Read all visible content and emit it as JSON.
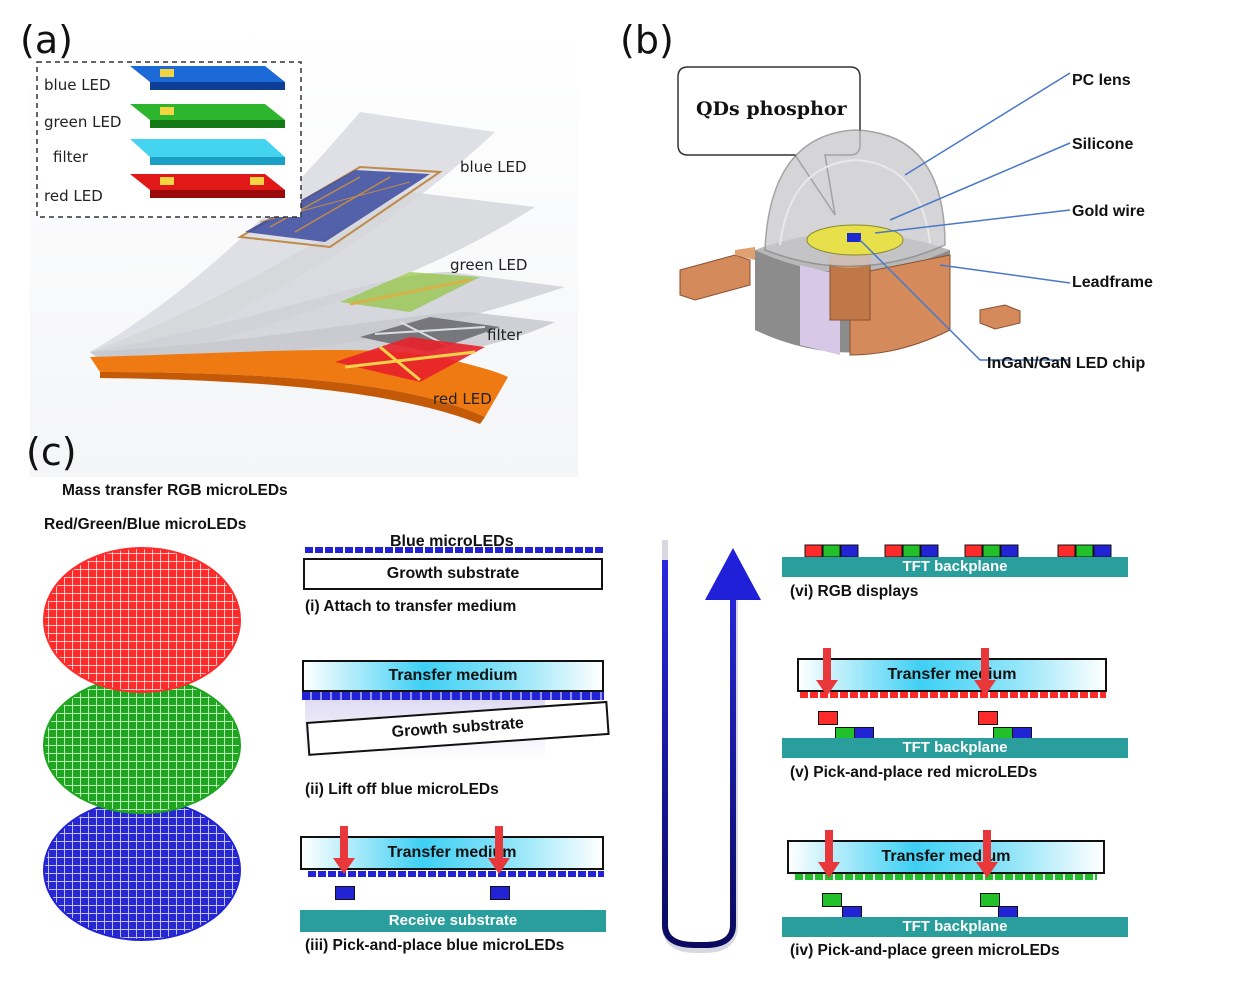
{
  "panel_a": {
    "label": "(a)",
    "legend": [
      "blue LED",
      "green LED",
      "filter",
      "red LED"
    ],
    "layers": [
      "blue LED",
      "green LED",
      "filter",
      "red LED"
    ]
  },
  "panel_b": {
    "label": "(b)",
    "callout": "QDs phosphor",
    "parts": [
      "PC lens",
      "Silicone",
      "Gold wire",
      "Leadframe",
      "InGaN/GaN LED chip"
    ]
  },
  "panel_c": {
    "label": "(c)",
    "title": "Mass transfer RGB microLEDs",
    "subtitle": "Red/Green/Blue microLEDs",
    "step1": {
      "top_label": "Blue microLEDs",
      "box": "Growth substrate",
      "caption": "(i) Attach to transfer medium"
    },
    "step2": {
      "box_top": "Transfer medium",
      "box_bottom": "Growth substrate",
      "caption": "(ii) Lift off  blue microLEDs"
    },
    "step3": {
      "box": "Transfer medium",
      "substrate": "Receive  substrate",
      "caption": "(iii) Pick-and-place blue microLEDs"
    },
    "step4": {
      "box": "Transfer medium",
      "backplane": "TFT backplane",
      "caption": "(iv) Pick-and-place green microLEDs"
    },
    "step5": {
      "box": "Transfer medium",
      "backplane": "TFT backplane",
      "caption": "(v) Pick-and-place red microLEDs"
    },
    "step6": {
      "backplane": "TFT backplane",
      "caption": "(vi) RGB displays"
    }
  },
  "colors": {
    "red": "#ff2a2a",
    "green": "#22c02a",
    "blue": "#2323d6",
    "teal": "#2a9d9d",
    "arrow_red": "#e8383c",
    "orange": "#f07a12"
  }
}
